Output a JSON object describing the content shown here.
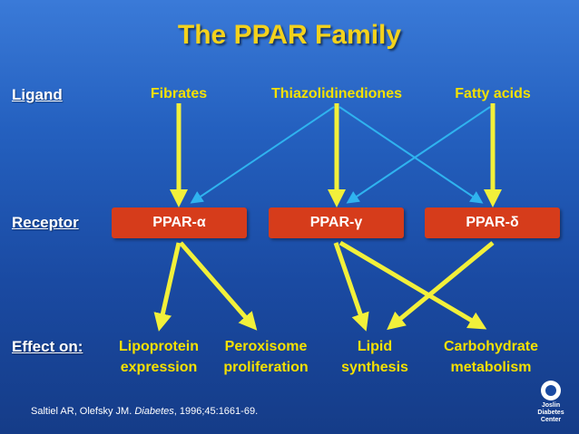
{
  "title": "The PPAR Family",
  "row_labels": {
    "ligand": "Ligand",
    "receptor": "Receptor",
    "effect": "Effect on:"
  },
  "ligands": [
    "Fibrates",
    "Thiazolidinediones",
    "Fatty acids"
  ],
  "receptors": [
    "PPAR-α",
    "PPAR-γ",
    "PPAR-δ"
  ],
  "effects": [
    {
      "line1": "Lipoprotein",
      "line2": "expression"
    },
    {
      "line1": "Peroxisome",
      "line2": "proliferation"
    },
    {
      "line1": "Lipid",
      "line2": "synthesis"
    },
    {
      "line1": "Carbohydrate",
      "line2": "metabolism"
    }
  ],
  "citation": {
    "authors": "Saltiel AR, Olefsky JM.",
    "journal": "Diabetes",
    "details": "1996;45:1661-69."
  },
  "logo": {
    "line1": "Joslin",
    "line2": "Diabetes",
    "line3": "Center"
  },
  "colors": {
    "background": "#1f55b3",
    "title": "#f4d21c",
    "ligand_text": "#f4e000",
    "strong_arrow": "#f2f03a",
    "weak_arrow": "#2fb3ef",
    "receptor_box": "#d63c1b"
  },
  "connections": {
    "strong": [
      [
        "Fibrates",
        "PPAR-α"
      ],
      [
        "Thiazolidinediones",
        "PPAR-γ"
      ],
      [
        "Fatty acids",
        "PPAR-δ"
      ]
    ],
    "weak": [
      [
        "Thiazolidinediones",
        "PPAR-α"
      ],
      [
        "Thiazolidinediones",
        "PPAR-δ"
      ],
      [
        "Fatty acids",
        "PPAR-γ"
      ]
    ],
    "effects": [
      [
        "PPAR-α",
        "Lipoprotein"
      ],
      [
        "PPAR-α",
        "Peroxisome"
      ],
      [
        "PPAR-γ",
        "Lipid"
      ],
      [
        "PPAR-γ",
        "Carbohydrate"
      ],
      [
        "PPAR-δ",
        "Lipid"
      ]
    ]
  }
}
